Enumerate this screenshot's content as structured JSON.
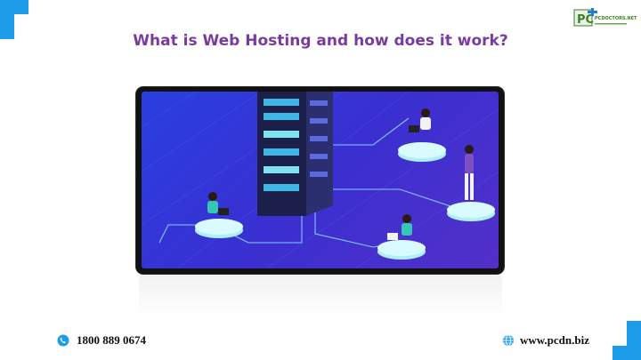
{
  "title": "What is Web Hosting and how does it work?",
  "logo": {
    "text": "PCDOCTORS.NET"
  },
  "footer": {
    "phone": "1800 889 0674",
    "website": "www.pcdn.biz"
  },
  "icons": {
    "phone": "phone-icon",
    "web": "globe-icon"
  },
  "colors": {
    "accent": "#1e9be9",
    "title": "#7a3aa0",
    "screen": "#2f37d8"
  }
}
